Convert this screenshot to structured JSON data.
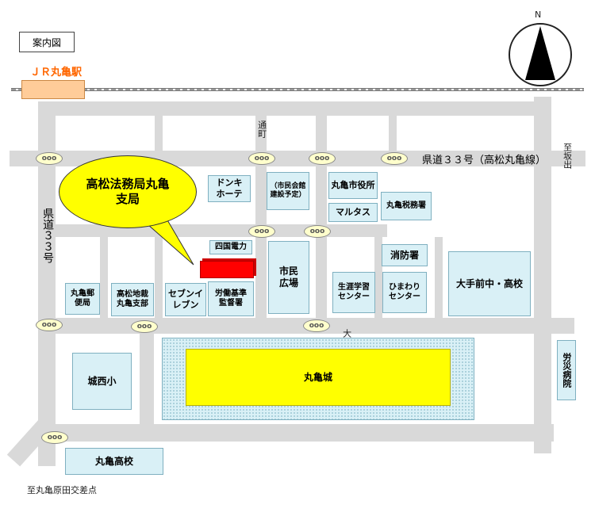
{
  "title": "案内図",
  "station": "ＪＲ丸亀駅",
  "north_label": "N",
  "roads": {
    "route33_horizontal": "県道３３号（高松丸亀線）",
    "route33_vertical": "県道３３号",
    "to_sakaide": "至坂出",
    "dori": "通町",
    "otemon": "大手門",
    "to_harada": "至丸亀原田交差点"
  },
  "callout": "高松法務局丸亀支局",
  "buildings": {
    "donki": "ドンキホーテ",
    "civic_hall": "（市民会館建設予定）",
    "city_office": "丸亀市役所",
    "marutas": "マルタス",
    "tax_office": "丸亀税務署",
    "shikoku_denryoku": "四国電力",
    "fire_station": "消防署",
    "civic_plaza": "市民広場",
    "otemae": "大手前中・高校",
    "post_office": "丸亀郵便局",
    "local_court": "高松地裁丸亀支部",
    "seven_eleven": "セブンイレブン",
    "labor_office": "労働基準監督署",
    "lifelong_center": "生涯学習センター",
    "himawari": "ひまわりセンター",
    "rousai": "労災病院",
    "josai": "城西小",
    "castle": "丸亀城",
    "high_school": "丸亀高校"
  },
  "signal_label": "ooo",
  "colors": {
    "target": "#ff0000",
    "castle": "#ffff00",
    "callout": "#ffff00",
    "building": "#d9f0f6",
    "road": "#d9d9d9",
    "station": "#ffcc99"
  }
}
